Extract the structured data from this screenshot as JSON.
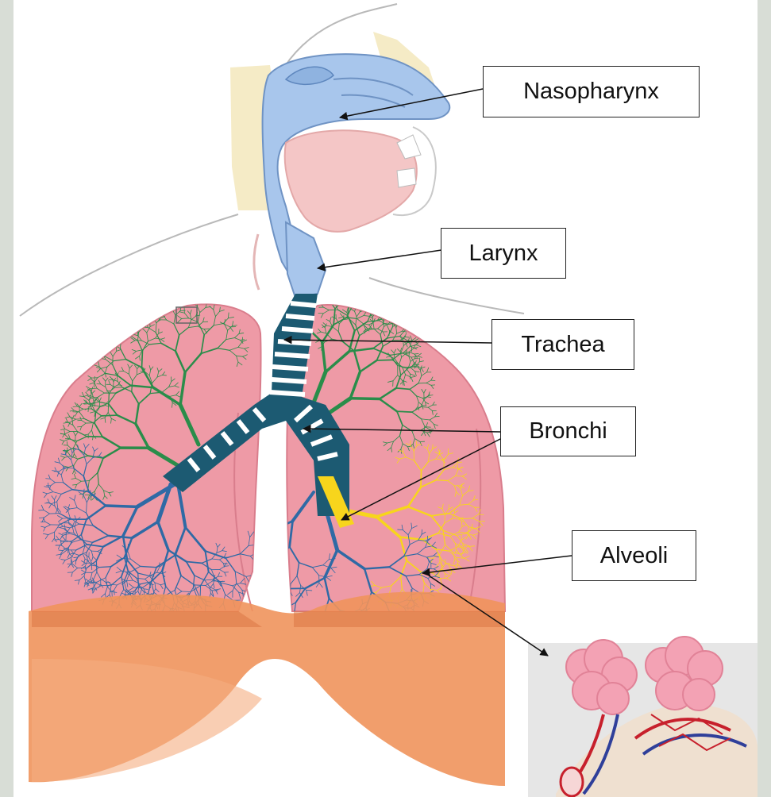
{
  "labels": {
    "nasopharynx": "Nasopharynx",
    "larynx": "Larynx",
    "trachea": "Trachea",
    "bronchi": "Bronchi",
    "alveoli": "Alveoli"
  },
  "colors": {
    "lung": "#ee9aa6",
    "lung_light": "#f6c3c9",
    "diaphragm": "#f0935c",
    "airway": "#a8c6ec",
    "trachea_rings": "#1c5a72",
    "bronchiole_green": "#2a8d4a",
    "bronchiole_blue": "#2f6aa5",
    "bronchiole_yellow": "#f7d51c",
    "alveoli_sac": "#f3a2b4",
    "vessel_red": "#c7202c",
    "skull_bone": "#f3e6b8"
  }
}
